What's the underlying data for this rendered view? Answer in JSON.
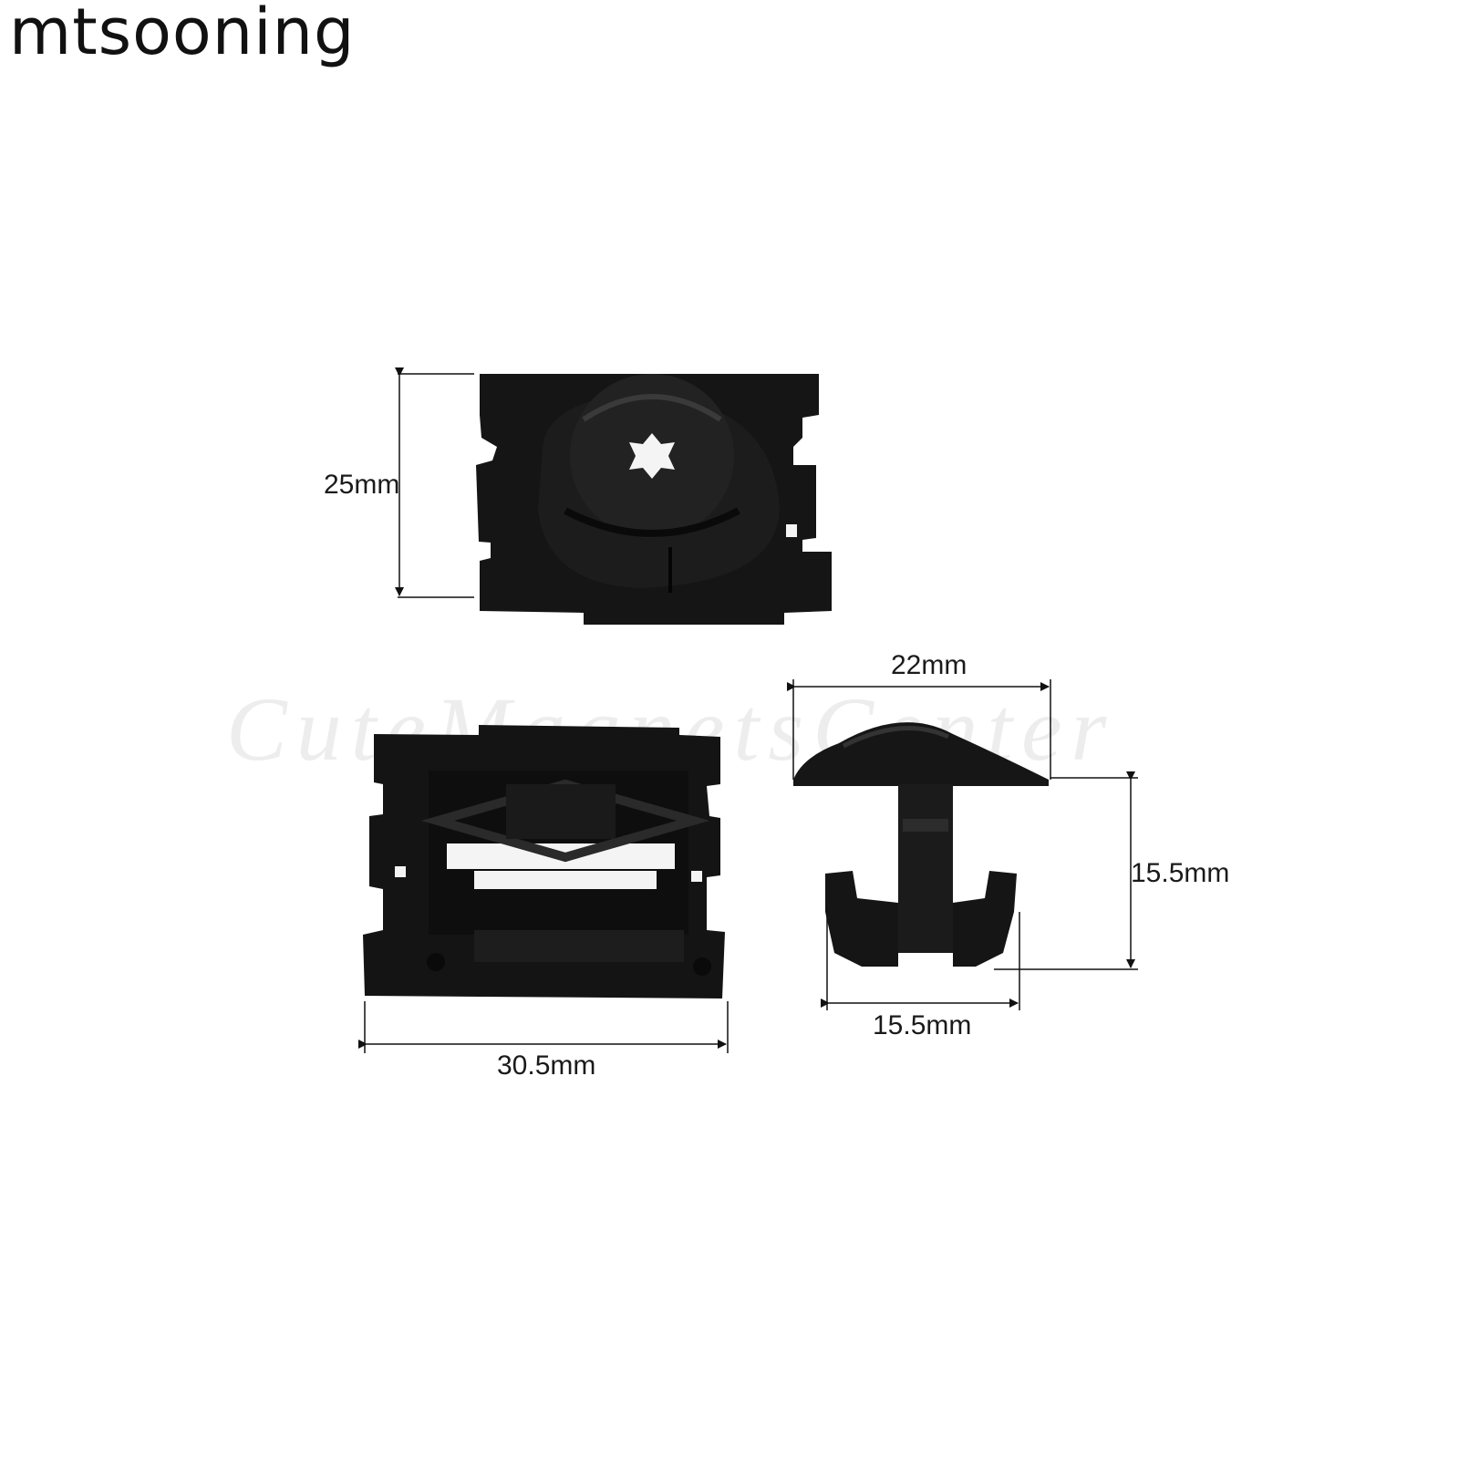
{
  "brand": "mtsooning",
  "watermark": "CuteMagnetsCenter",
  "dimensions": {
    "top_height": "25mm",
    "bottom_width": "30.5mm",
    "screw_head_width": "22mm",
    "screw_height": "15.5mm",
    "screw_base_width": "15.5mm"
  },
  "colors": {
    "part": "#141414",
    "part_highlight": "#2c2c2c",
    "background": "#ffffff",
    "watermark": "#ededed"
  }
}
